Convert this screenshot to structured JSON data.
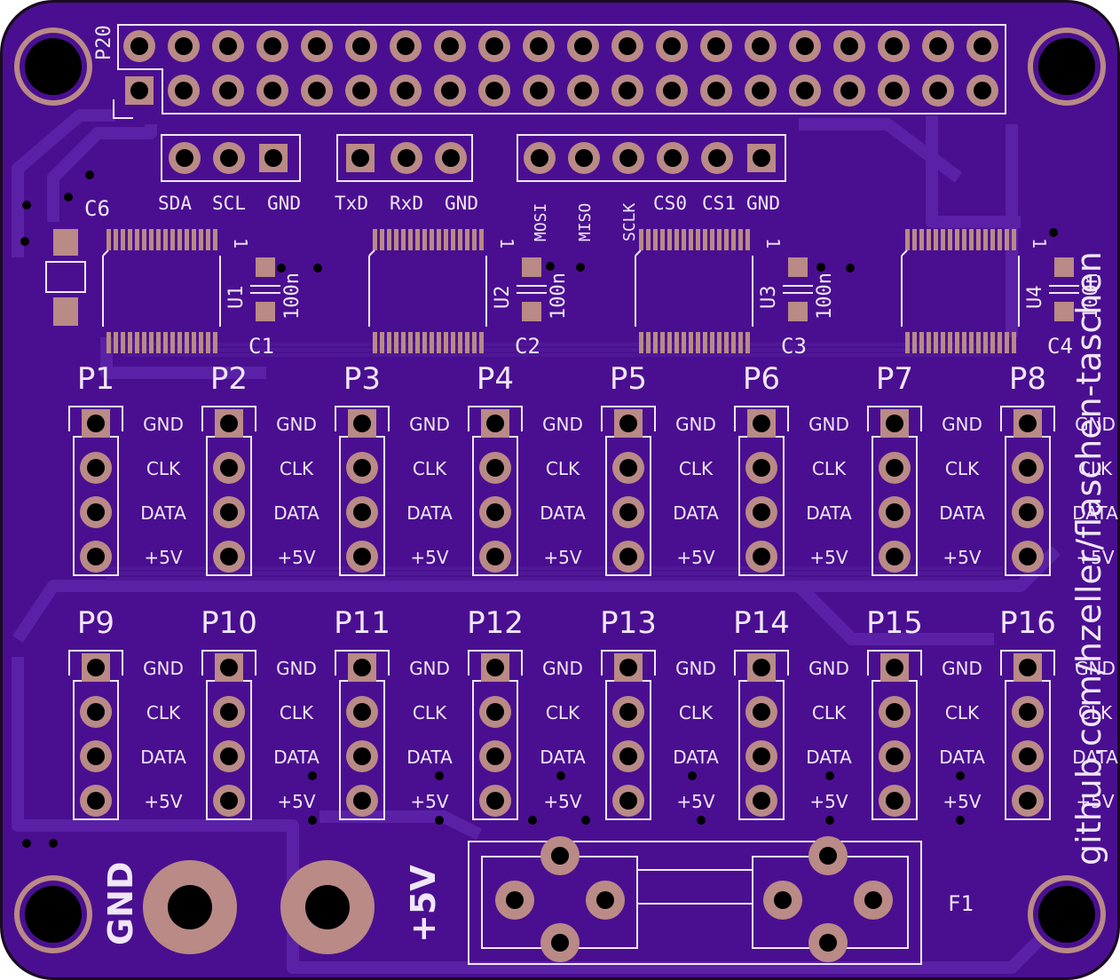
{
  "board": {
    "colors": {
      "outline": "#1a0b1f",
      "substrate": "#4a0f90",
      "trace": "#5a21a6",
      "silkscreen": "#efe6f7",
      "pad": "#b98a86",
      "hole": "#000000"
    },
    "header": {
      "ref": "P20"
    },
    "i2c_header": {
      "labels": [
        "SDA",
        "SCL",
        "GND"
      ]
    },
    "uart_header": {
      "labels": [
        "TxD",
        "RxD",
        "GND"
      ]
    },
    "spi_header": {
      "labels": [
        "MOSI",
        "MISO",
        "SCLK",
        "CS0",
        "CS1",
        "GND"
      ]
    },
    "chips": [
      {
        "ref": "U1",
        "cap_ref": "C1",
        "cap_value": "100n"
      },
      {
        "ref": "U2",
        "cap_ref": "C2",
        "cap_value": "100n"
      },
      {
        "ref": "U3",
        "cap_ref": "C3",
        "cap_value": "100n"
      },
      {
        "ref": "U4",
        "cap_ref": "C4",
        "cap_value": "100n"
      }
    ],
    "bulk_cap": {
      "ref": "C6"
    },
    "pin1_marker": "1",
    "connectors_row1": [
      "P1",
      "P2",
      "P3",
      "P4",
      "P5",
      "P6",
      "P7",
      "P8"
    ],
    "connectors_row2": [
      "P9",
      "P10",
      "P11",
      "P12",
      "P13",
      "P14",
      "P15",
      "P16"
    ],
    "connector_pin_labels": [
      "GND",
      "CLK",
      "DATA",
      "+5V"
    ],
    "power_terminals": {
      "gnd": "GND",
      "vcc": "+5V"
    },
    "fuse": {
      "ref": "F1"
    },
    "url": "github.com/hzeller/flaschen-taschen"
  }
}
